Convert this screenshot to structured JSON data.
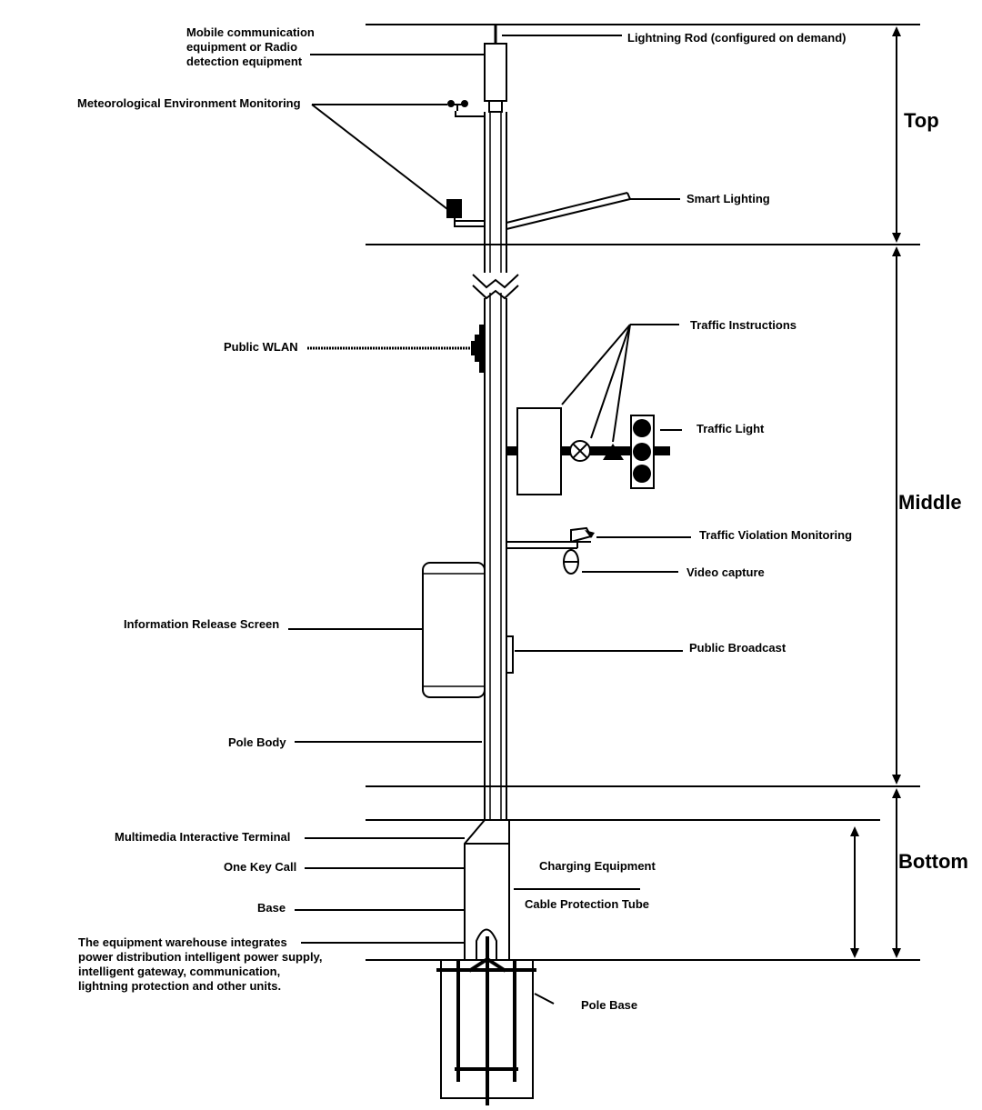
{
  "sections": {
    "top": "Top",
    "middle": "Middle",
    "bottom": "Bottom"
  },
  "labels": {
    "mobile_comm": [
      "Mobile communication",
      "equipment or Radio",
      "detection equipment"
    ],
    "lightning_rod": "Lightning Rod (configured on demand)",
    "meteorological": "Meteorological Environment Monitoring",
    "smart_lighting": "Smart Lighting",
    "traffic_instructions": "Traffic Instructions",
    "public_wlan": "Public WLAN",
    "traffic_light": "Traffic Light",
    "traffic_violation": "Traffic Violation Monitoring",
    "video_capture": "Video capture",
    "info_release_screen": "Information Release Screen",
    "public_broadcast": "Public Broadcast",
    "pole_body": "Pole Body",
    "multimedia_terminal": "Multimedia Interactive Terminal",
    "one_key_call": "One Key Call",
    "charging_equipment": "Charging Equipment",
    "base": "Base",
    "cable_protection_tube": "Cable Protection Tube",
    "equipment_warehouse": [
      "The equipment warehouse integrates",
      "power distribution intelligent power supply,",
      "intelligent gateway, communication,",
      "lightning protection and other units."
    ],
    "pole_base": "Pole Base"
  }
}
